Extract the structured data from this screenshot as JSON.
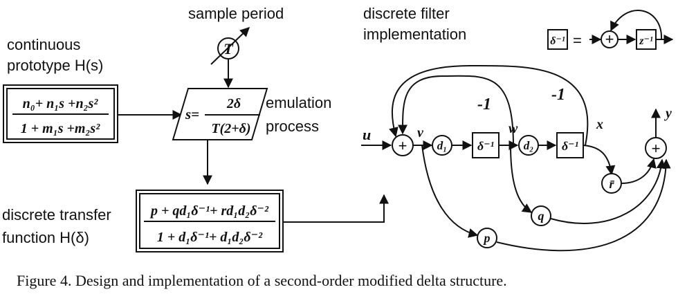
{
  "labels": {
    "sample_period": "sample period",
    "continuous_line1": "continuous",
    "continuous_line2": "prototype H(s)",
    "emulation_line1": "emulation",
    "emulation_line2": "process",
    "discrete_impl_line1": "discrete filter",
    "discrete_impl_line2": "implementation",
    "discrete_tf_line1": "discrete transfer",
    "discrete_tf_line2": "function H(δ)"
  },
  "equations": {
    "H_num": "n₀+ n₁s +n₂s²",
    "H_den": "1 + m₁s +m₂s²",
    "s_lhs": "s=",
    "s_num": "2δ",
    "s_den": "T(2+δ)",
    "Hd_num": "p + qd₁δ⁻¹+ rd₁d₂δ⁻²",
    "Hd_den": "1 + d₁δ⁻¹+ d₁d₂δ⁻²",
    "delta_inv": "δ⁻¹",
    "equals": "=",
    "z_inv": "z⁻¹"
  },
  "nodes": {
    "T": "T",
    "plus": "+",
    "d1": "d₁",
    "d2": "d₂",
    "r": "r̄",
    "q": "q",
    "p": "p"
  },
  "signals": {
    "u": "u",
    "v": "v",
    "w": "w",
    "x": "x",
    "y": "y",
    "minus_one": "-1"
  },
  "caption": "Figure 4.  Design and implementation of a second-order modified delta structure."
}
